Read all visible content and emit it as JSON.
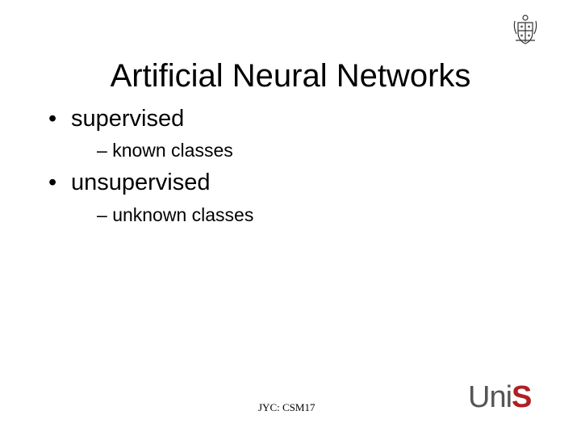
{
  "slide": {
    "title": "Artificial Neural Networks",
    "bullets": [
      {
        "text": "supervised",
        "sub": "known classes"
      },
      {
        "text": "unsupervised",
        "sub": "unknown classes"
      }
    ],
    "bullet_glyph": "•",
    "sub_glyph": "–"
  },
  "footer": {
    "text": "JYC: CSM17"
  },
  "logo": {
    "part1": "Uni",
    "part2": "S",
    "colors": {
      "text": "#555555",
      "accent": "#b01e23"
    }
  },
  "crest": {
    "icon": "university-crest-icon"
  }
}
